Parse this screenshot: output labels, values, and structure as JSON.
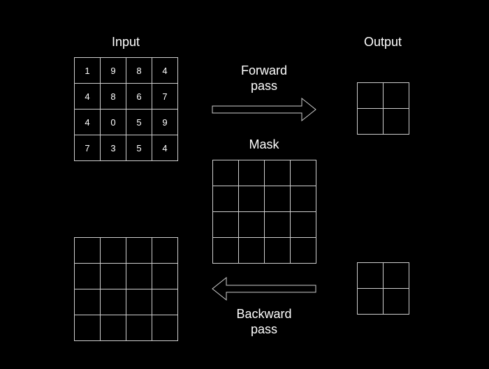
{
  "labels": {
    "input": "Input",
    "output": "Output",
    "forward_line1": "Forward",
    "forward_line2": "pass",
    "mask": "Mask",
    "backward_line1": "Backward",
    "backward_line2": "pass"
  },
  "input_grid": [
    [
      "1",
      "9",
      "8",
      "4"
    ],
    [
      "4",
      "8",
      "6",
      "7"
    ],
    [
      "4",
      "0",
      "5",
      "9"
    ],
    [
      "7",
      "3",
      "5",
      "4"
    ]
  ],
  "colors": {
    "background": "#000000",
    "line": "#cfcfcf",
    "text": "#ffffff"
  }
}
